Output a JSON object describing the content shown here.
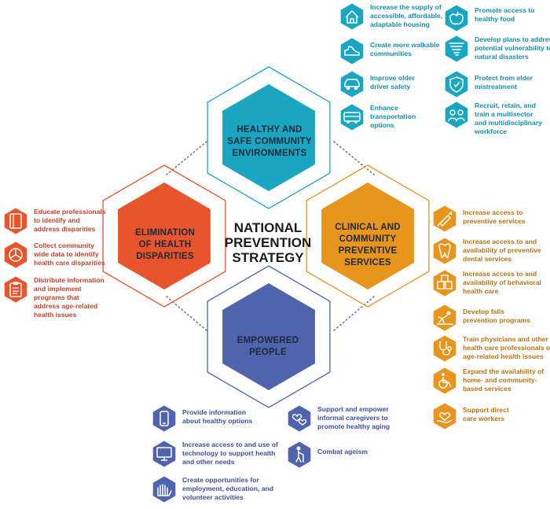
{
  "diagram": {
    "center_title": [
      "NATIONAL",
      "PREVENTION",
      "STRATEGY"
    ],
    "colors": {
      "teal": "#1aa6c2",
      "orange": "#e8951e",
      "red": "#e8542b",
      "blue": "#5063ad",
      "teal_text": "#1290a8",
      "orange_text": "#b87414",
      "red_text": "#c0442c",
      "blue_text": "#3f4f9c"
    },
    "hexagons": {
      "top": {
        "title": [
          "HEALTHY AND",
          "SAFE COMMUNITY",
          "ENVIRONMENTS"
        ]
      },
      "left": {
        "title": [
          "ELIMINATION",
          "OF HEALTH",
          "DISPARITIES"
        ]
      },
      "right": {
        "title": [
          "CLINICAL AND",
          "COMMUNITY",
          "PREVENTIVE",
          "SERVICES"
        ]
      },
      "bottom": {
        "title": [
          "EMPOWERED",
          "PEOPLE"
        ]
      }
    },
    "groups": {
      "top_left": [
        {
          "icon": "house-icon",
          "lines": [
            "Increase the supply of",
            "accessible, affordable,",
            "adaptable housing"
          ]
        },
        {
          "icon": "shoe-icon",
          "lines": [
            "Create more walkable",
            "communities"
          ]
        },
        {
          "icon": "car-icon",
          "lines": [
            "Improve older",
            "driver safety"
          ]
        },
        {
          "icon": "bus-icon",
          "lines": [
            "Enhance",
            "transportation",
            "options"
          ]
        }
      ],
      "top_right": [
        {
          "icon": "apple-icon",
          "lines": [
            "Promote access to",
            "healthy food"
          ]
        },
        {
          "icon": "tornado-icon",
          "lines": [
            "Develop plans to address",
            "potential vulnerability to",
            "natural disasters"
          ]
        },
        {
          "icon": "shield-icon",
          "lines": [
            "Protect from elder",
            "mistreatment"
          ]
        },
        {
          "icon": "workforce-icon",
          "lines": [
            "Recruit, retain, and",
            "train a multisector",
            "and multidisciplinary",
            "workforce"
          ]
        }
      ],
      "left": [
        {
          "icon": "book-icon",
          "lines": [
            "Educate professionals",
            "to identify and",
            "address disparities"
          ]
        },
        {
          "icon": "pie-chart-icon",
          "lines": [
            "Collect community",
            "wide data to identify",
            "health care disparities"
          ]
        },
        {
          "icon": "clipboard-icon",
          "lines": [
            "Distribute information",
            "and implement",
            "programs that",
            "address age-related",
            "health issues"
          ]
        }
      ],
      "right": [
        {
          "icon": "syringe-icon",
          "lines": [
            "Increase access to",
            "preventive services"
          ]
        },
        {
          "icon": "tooth-icon",
          "lines": [
            "Increase access to and",
            "availability of preventive",
            "dental services"
          ]
        },
        {
          "icon": "boxes-icon",
          "lines": [
            "Increase access to and",
            "availability of behavioral",
            "health care"
          ]
        },
        {
          "icon": "fall-icon",
          "lines": [
            "Develop falls",
            "prevention programs"
          ]
        },
        {
          "icon": "stethoscope-icon",
          "lines": [
            "Train physicians and other",
            "health care professionals on",
            "age-related health issues"
          ]
        },
        {
          "icon": "wheelchair-icon",
          "lines": [
            "Expand the availability of",
            "home- and community-",
            "based services"
          ]
        },
        {
          "icon": "caring-hand-icon",
          "lines": [
            "Support direct",
            "care workers"
          ]
        }
      ],
      "bottom_left": [
        {
          "icon": "phone-icon",
          "lines": [
            "Provide information",
            "about healthy options"
          ]
        },
        {
          "icon": "computer-icon",
          "lines": [
            "Increase access to and use of",
            "technology to support health",
            "and other needs"
          ]
        },
        {
          "icon": "hands-icon",
          "lines": [
            "Create opportunities for",
            "employment, education, and",
            "volunteer activities"
          ]
        }
      ],
      "bottom_right": [
        {
          "icon": "hearts-icon",
          "lines": [
            "Support and empower",
            "informal caregivers to",
            "promote healthy aging"
          ]
        },
        {
          "icon": "elder-icon",
          "lines": [
            "Combat ageism"
          ]
        }
      ]
    }
  }
}
